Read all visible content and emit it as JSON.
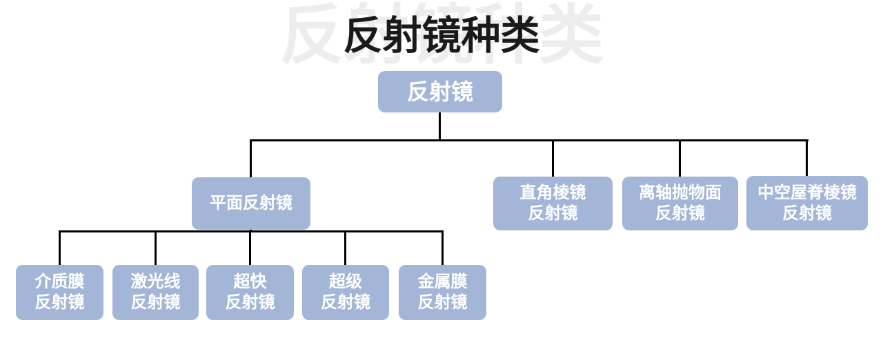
{
  "title": {
    "text": "反射镜种类",
    "ghost_text": "反射镜种类"
  },
  "colors": {
    "node_fill": "#a4b6d7",
    "node_text": "#ffffff",
    "connector": "#000000",
    "title_text": "#1a1a1a",
    "ghost_title_text": "#ededed",
    "background": "#ffffff"
  },
  "tree": {
    "root": {
      "label": "反射镜"
    },
    "level2": [
      {
        "label": "平面反射镜"
      },
      {
        "label": "直角棱镜\n反射镜"
      },
      {
        "label": "离轴抛物面\n反射镜"
      },
      {
        "label": "中空屋脊棱镜\n反射镜"
      }
    ],
    "level3": [
      {
        "label": "介质膜\n反射镜"
      },
      {
        "label": "激光线\n反射镜"
      },
      {
        "label": "超快\n反射镜"
      },
      {
        "label": "超级\n反射镜"
      },
      {
        "label": "金属膜\n反射镜"
      }
    ]
  }
}
